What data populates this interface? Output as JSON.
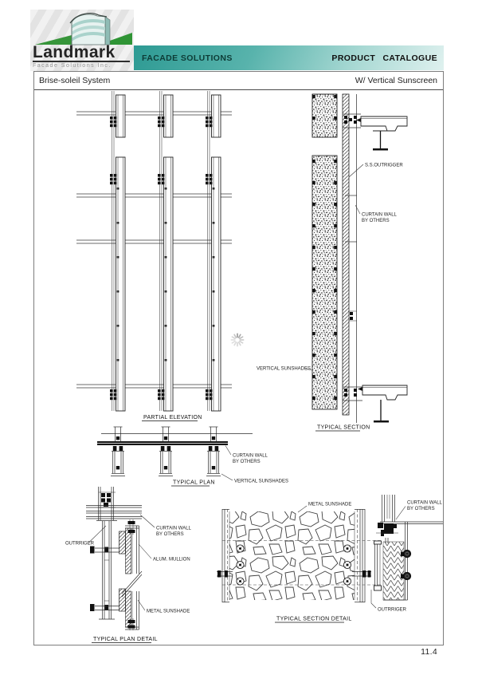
{
  "page": {
    "number": "11.4"
  },
  "logo": {
    "name": "Landmark",
    "subtitle": "Facade Solutions Inc."
  },
  "header": {
    "band_left": "FACADE SOLUTIONS",
    "band_right": "PRODUCT CATALOGUE"
  },
  "colors": {
    "teal_dark": "#2d9a93",
    "teal_light": "#dff1ef",
    "logo_green": "#2f9435",
    "line": "#2b2b2b"
  },
  "titlebar": {
    "left": "Brise-soleil System",
    "right": "W/ Vertical Sunscreen"
  },
  "drawings": {
    "partial_elevation": {
      "caption": "PARTIAL ELEVATION"
    },
    "typical_section": {
      "caption": "TYPICAL SECTION",
      "labels": {
        "ss_outrigger": "S.S.OUTRIGGER",
        "curtain_wall_line1": "CURTAIN WALL",
        "curtain_wall_line2": "BY OTHERS",
        "vertical_sunshades": "VERTICAL SUNSHADES"
      }
    },
    "typical_plan": {
      "caption": "TYPICAL PLAN",
      "labels": {
        "curtain_wall_line1": "CURTAIN WALL",
        "curtain_wall_line2": "BY OTHERS",
        "vertical_sunshades": "VERTICAL SUNSHADES"
      }
    },
    "typical_plan_detail": {
      "caption": "TYPICAL PLAN DETAIL",
      "labels": {
        "outrigger": "OUTRRIGER",
        "curtain_wall_line1": "CURTAIN WALL",
        "curtain_wall_line2": "BY OTHERS",
        "alum_mullion": "ALUM. MULLION",
        "metal_sunshade": "METAL SUNSHADE"
      }
    },
    "typical_section_detail": {
      "caption": "TYPICAL SECTION DETAIL",
      "labels": {
        "metal_sunshade": "METAL SUNSHADE",
        "curtain_wall_line1": "CURTAIN WALL",
        "curtain_wall_line2": "BY OTHERS",
        "outrigger": "OUTRRIGER"
      }
    }
  }
}
